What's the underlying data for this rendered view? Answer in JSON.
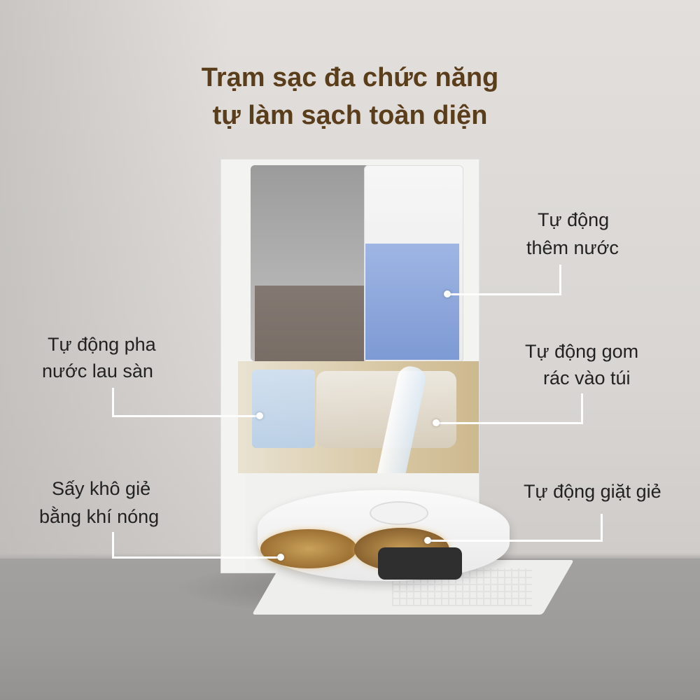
{
  "heading": {
    "line1": "Trạm sạc đa chức năng",
    "line2": "tự làm sạch toàn diện"
  },
  "callouts": {
    "add_water": {
      "line1": "Tự động",
      "line2": "thêm nước"
    },
    "mix_solution": {
      "line1": "Tự động pha",
      "line2": "nước lau sàn"
    },
    "collect_dust": {
      "line1": "Tự động gom",
      "line2": "rác vào túi"
    },
    "dry_mop": {
      "line1": "Sấy khô giẻ",
      "line2": "bằng khí nóng"
    },
    "wash_mop": {
      "line1": "Tự động giặt giẻ"
    }
  },
  "colors": {
    "heading": "#5a3d1a",
    "label": "#222222",
    "leader_line": "#ffffff",
    "clean_water": "#8fa8dc",
    "dirty_water": "#74685f"
  }
}
